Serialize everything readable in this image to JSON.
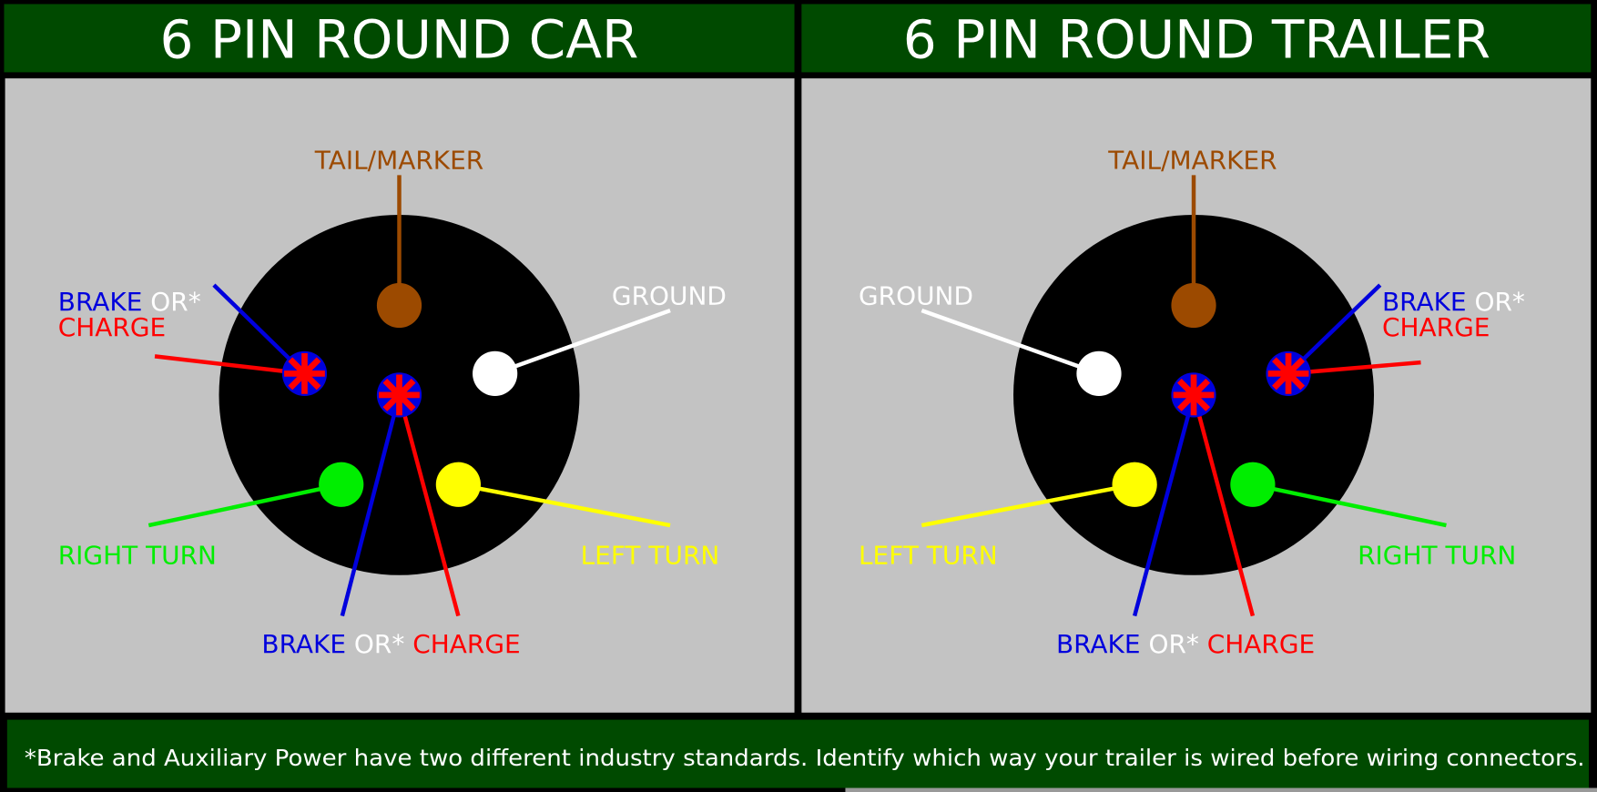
{
  "left": {
    "title": "6 PIN ROUND CAR",
    "tail_marker": "TAIL/MARKER",
    "ground": "GROUND",
    "side_brake": "BRAKE",
    "side_or": "OR*",
    "side_charge": "CHARGE",
    "right_turn": "RIGHT TURN",
    "left_turn": "LEFT TURN",
    "bottom_brake": "BRAKE",
    "bottom_or": "OR*",
    "bottom_charge": "CHARGE"
  },
  "right": {
    "title": "6 PIN ROUND TRAILER",
    "tail_marker": "TAIL/MARKER",
    "ground": "GROUND",
    "side_brake": "BRAKE",
    "side_or": "OR*",
    "side_charge": "CHARGE",
    "right_turn": "RIGHT TURN",
    "left_turn": "LEFT TURN",
    "bottom_brake": "BRAKE",
    "bottom_or": "OR*",
    "bottom_charge": "CHARGE"
  },
  "footer": "*Brake and Auxiliary Power have two different industry standards. Identify which way your trailer is wired before wiring connectors.",
  "colors": {
    "header_green": "#004a00",
    "panel_gray": "#c3c3c3",
    "tail_brown": "#9c4a00",
    "brake_blue": "#0000dd",
    "charge_red": "#ff0000",
    "turn_green": "#00ee00",
    "turn_yellow": "#ffff00",
    "ground_white": "#ffffff"
  }
}
